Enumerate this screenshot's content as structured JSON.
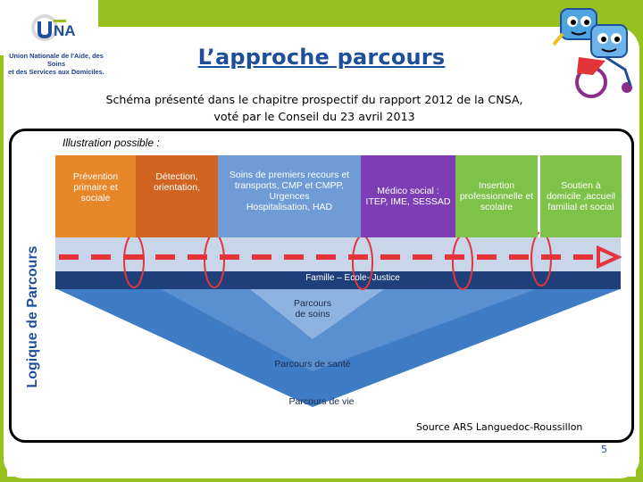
{
  "logo": {
    "brand": "UNA",
    "tagline_lines": [
      "Union Nationale de l'Aide, des Soins",
      "et des Services aux Domiciles."
    ]
  },
  "slide": {
    "title": "L’approche parcours",
    "subtitle_line1": "Schéma présenté dans le chapitre prospectif du rapport 2012 de la CNSA,",
    "subtitle_line2": "voté par le Conseil du 23 avril 2013",
    "caption": "Illustration possible :",
    "source": "Source ARS Languedoc-Roussillon",
    "page_number": "5"
  },
  "diagram": {
    "axis_label": "Logique de Parcours",
    "boxes": [
      {
        "lines": [
          "Prévention",
          "primaire et",
          "sociale"
        ],
        "color": "#e8862a"
      },
      {
        "lines": [
          "Détection,",
          "orientation,"
        ],
        "color": "#d06420"
      },
      {
        "lines": [
          "Soins de premiers recours et",
          "transports, CMP et CMPP,",
          "Urgences",
          "Hospitalisation, HAD"
        ],
        "color": "#6f9bd6"
      },
      {
        "lines": [
          "Médico social :",
          "ITEP, IME, SESSAD"
        ],
        "color": "#7d3db5"
      },
      {
        "lines": [
          "Insertion",
          "professionnelle et",
          "scolaire"
        ],
        "color": "#7ec24a"
      },
      {
        "lines": [
          "Soutien à",
          "domicile ,accueil",
          "familial et social"
        ],
        "color": "#7ec24a"
      }
    ],
    "band_label": "Famille – Ecole- Justice",
    "triangle_labels": {
      "inner": [
        "Parcours",
        "de soins"
      ],
      "middle": "Parcours de santé",
      "outer": "Parcours de vie"
    },
    "colors": {
      "arrow": "#e3343a",
      "band": "#1f3f7a",
      "light_band": "#c9d6ea",
      "triangle_outer": "#3e7cc6",
      "triangle_middle": "#5a8fd0",
      "triangle_inner": "#8fb3e0",
      "frame_green": "#96c11f",
      "title_blue": "#1f4e9a"
    }
  }
}
